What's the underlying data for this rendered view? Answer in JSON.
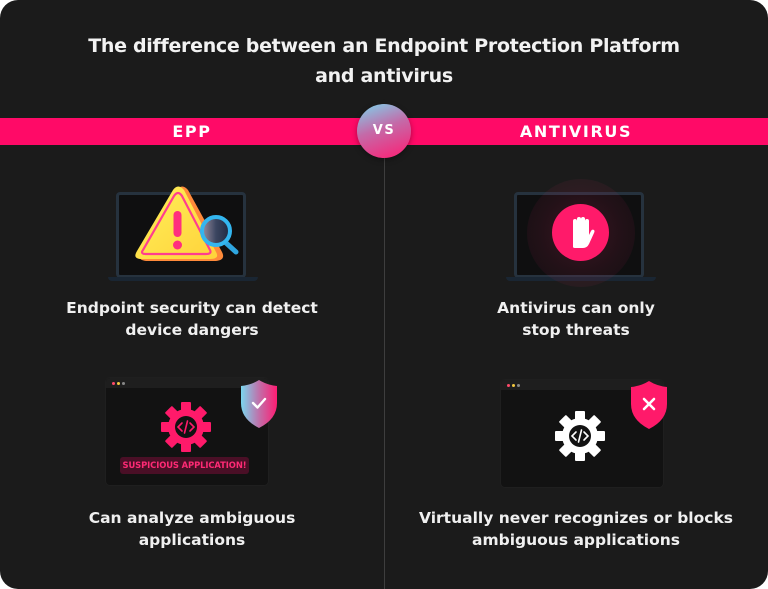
{
  "title": {
    "line1": "The difference between an Endpoint Protection Platform",
    "line2": "and antivirus"
  },
  "header": {
    "left_label": "EPP",
    "vs_label": "VS",
    "right_label": "ANTIVIRUS"
  },
  "left": {
    "row1": {
      "icon": "warning-triangle-with-magnifier-icon",
      "caption_line1": "Endpoint security can detect",
      "caption_line2": "device dangers"
    },
    "row2": {
      "icon": "gear-code-icon",
      "badge": "SUSPICIOUS APPLICATION!",
      "shield_icon": "shield-check-icon",
      "caption_line1": "Can analyze ambiguous",
      "caption_line2": "applications"
    }
  },
  "right": {
    "row1": {
      "icon": "stop-hand-icon",
      "caption_line1": "Antivirus can only",
      "caption_line2": "stop threats"
    },
    "row2": {
      "icon": "gear-code-icon",
      "shield_icon": "shield-x-icon",
      "caption_line1": "Virtually never recognizes or blocks",
      "caption_line2": "ambiguous applications"
    }
  },
  "colors": {
    "accent": "#ff0a67",
    "background": "#1b1b1b",
    "text": "#f2f2f2",
    "gradient_start": "#7ad7ef",
    "gradient_end": "#ff1c72"
  }
}
